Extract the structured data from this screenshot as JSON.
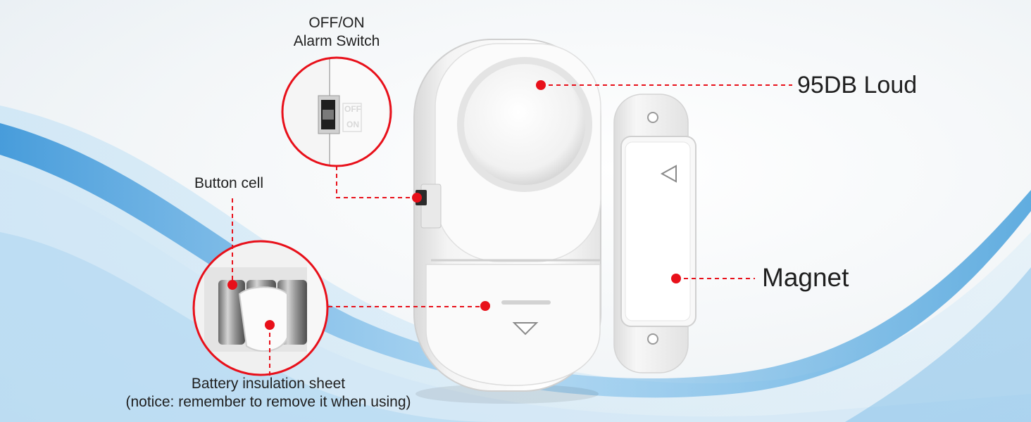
{
  "labels": {
    "switch_line1": "OFF/ON",
    "switch_line2": "Alarm Switch",
    "loud": "95DB Loud",
    "button_cell": "Button cell",
    "magnet": "Magnet",
    "insulation_line1": "Battery insulation sheet",
    "insulation_line2": "(notice: remember to remove it when using)",
    "switch_off": "OFF",
    "switch_on": "ON"
  },
  "colors": {
    "accent_red": "#e8101a",
    "wave_blue": "#4aa3dc",
    "device_white": "#f7f7f7"
  },
  "icons": [
    "arrow-down-icon",
    "arrow-left-icon"
  ]
}
